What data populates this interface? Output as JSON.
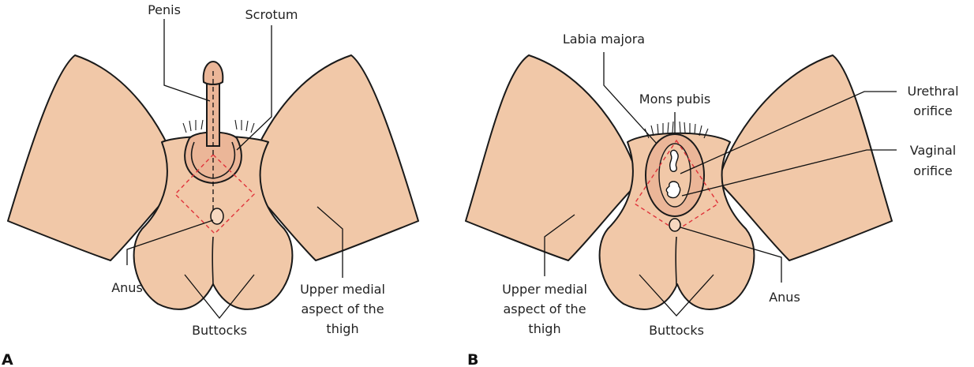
{
  "panels": [
    {
      "id": "A",
      "panel_label": "A",
      "labels": {
        "penis": "Penis",
        "scrotum": "Scrotum",
        "anus": "Anus",
        "buttocks": "Buttocks",
        "thigh": [
          "Upper medial",
          "aspect of the",
          "thigh"
        ]
      }
    },
    {
      "id": "B",
      "panel_label": "B",
      "labels": {
        "labia_majora": "Labia majora",
        "mons_pubis": "Mons pubis",
        "urethral_orifice": [
          "Urethral",
          "orifice"
        ],
        "vaginal_orifice": [
          "Vaginal",
          "orifice"
        ],
        "anus": "Anus",
        "buttocks": "Buttocks",
        "thigh": [
          "Upper medial",
          "aspect of the",
          "thigh"
        ]
      }
    }
  ],
  "colors": {
    "skin": "#f1c8a8",
    "skin_shadow": "#ebb698",
    "outline": "#1a1a1a",
    "perineum_diamond": "#e0333b"
  }
}
